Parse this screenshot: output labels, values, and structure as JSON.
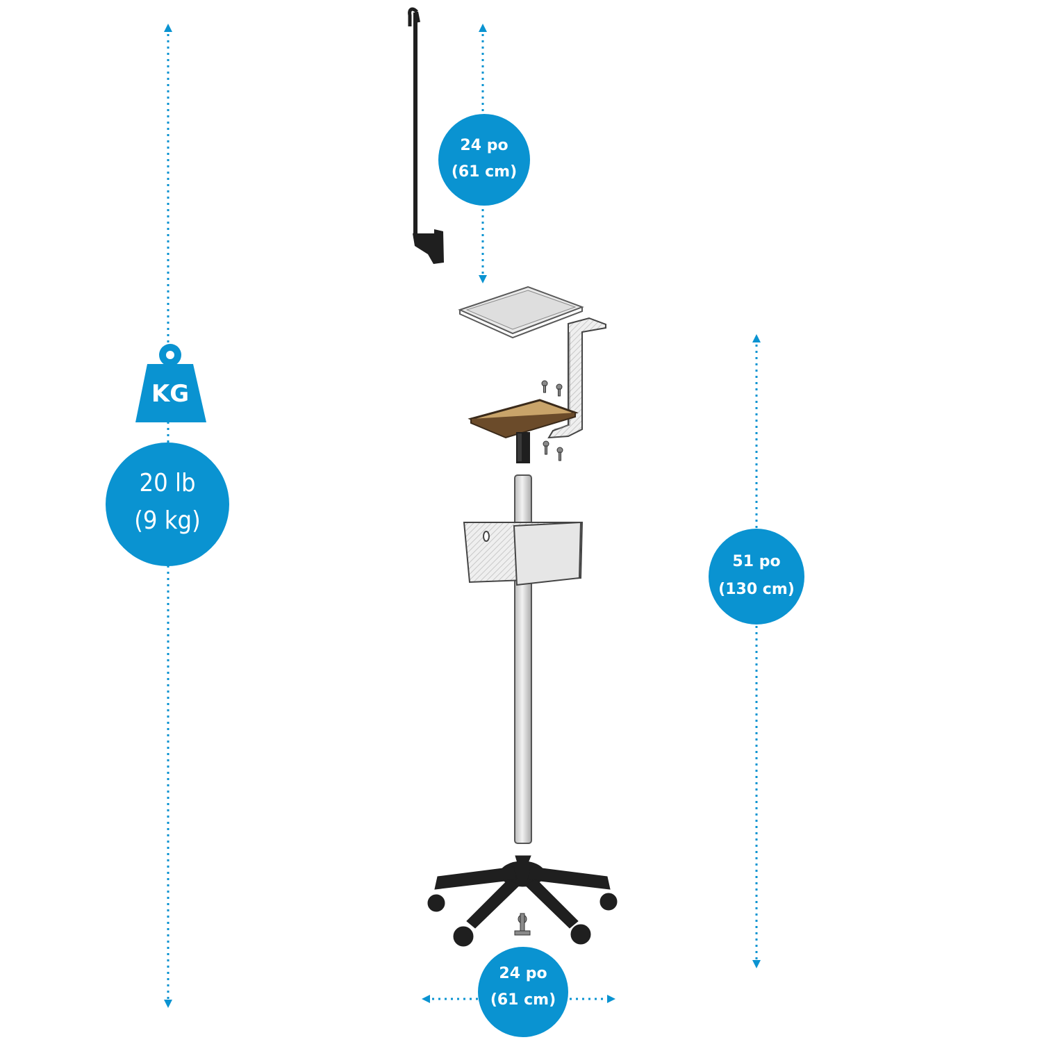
{
  "weight": {
    "icon_label": "KG",
    "line1": "20 lb",
    "line2": "(9 kg)"
  },
  "top_height": {
    "line1": "24 po",
    "line2": "(61 cm)"
  },
  "stand_height": {
    "line1": "51 po",
    "line2": "(130 cm)"
  },
  "base_width": {
    "line1": "24 po",
    "line2": "(61 cm)"
  },
  "colors": {
    "accent": "#0a93d1",
    "frame": "#1f1f1f",
    "metal": "#dcdcdc",
    "cork": "#c9a46a"
  }
}
